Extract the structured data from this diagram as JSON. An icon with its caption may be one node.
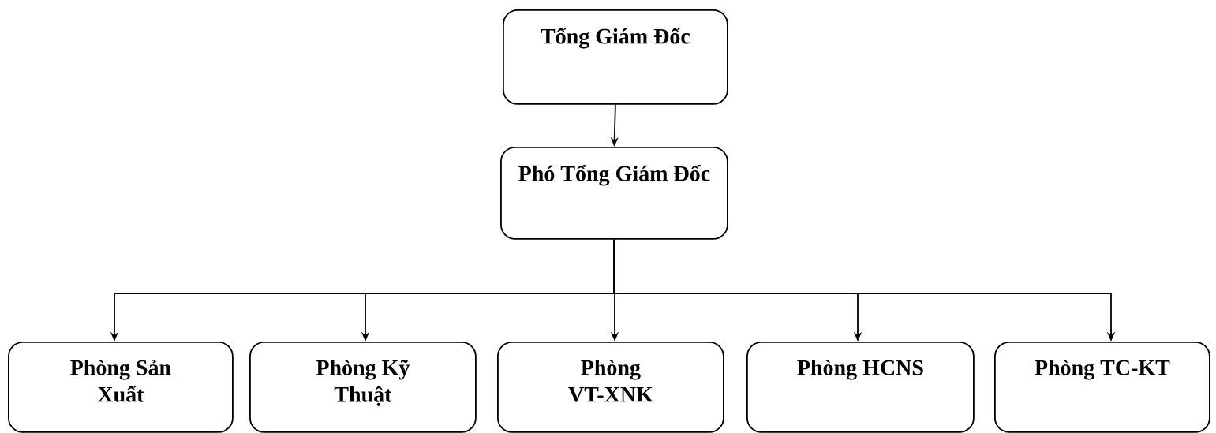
{
  "diagram": {
    "nodes": [
      {
        "text": [
          "Tổng Giám Đốc"
        ]
      },
      {
        "text": [
          "Phó Tổng Giám Đốc"
        ]
      },
      {
        "text": [
          "Phòng Sản Xuất"
        ]
      },
      {
        "text": [
          "Phòng Kỹ Thuật"
        ]
      },
      {
        "text": [
          "Phòng VT-XNK"
        ]
      },
      {
        "text": [
          "Phòng HCNS"
        ]
      },
      {
        "text": [
          "Phòng TC-KT"
        ]
      }
    ],
    "edges": [
      {
        "from": 0,
        "to": 1,
        "arrow": "to"
      },
      {
        "from": 1,
        "to": 2,
        "arrow": "to"
      },
      {
        "from": 1,
        "to": 3,
        "arrow": "to"
      },
      {
        "from": 1,
        "to": 4,
        "arrow": "to"
      },
      {
        "from": 1,
        "to": 5,
        "arrow": "to"
      },
      {
        "from": 1,
        "to": 6,
        "arrow": "to"
      }
    ]
  }
}
